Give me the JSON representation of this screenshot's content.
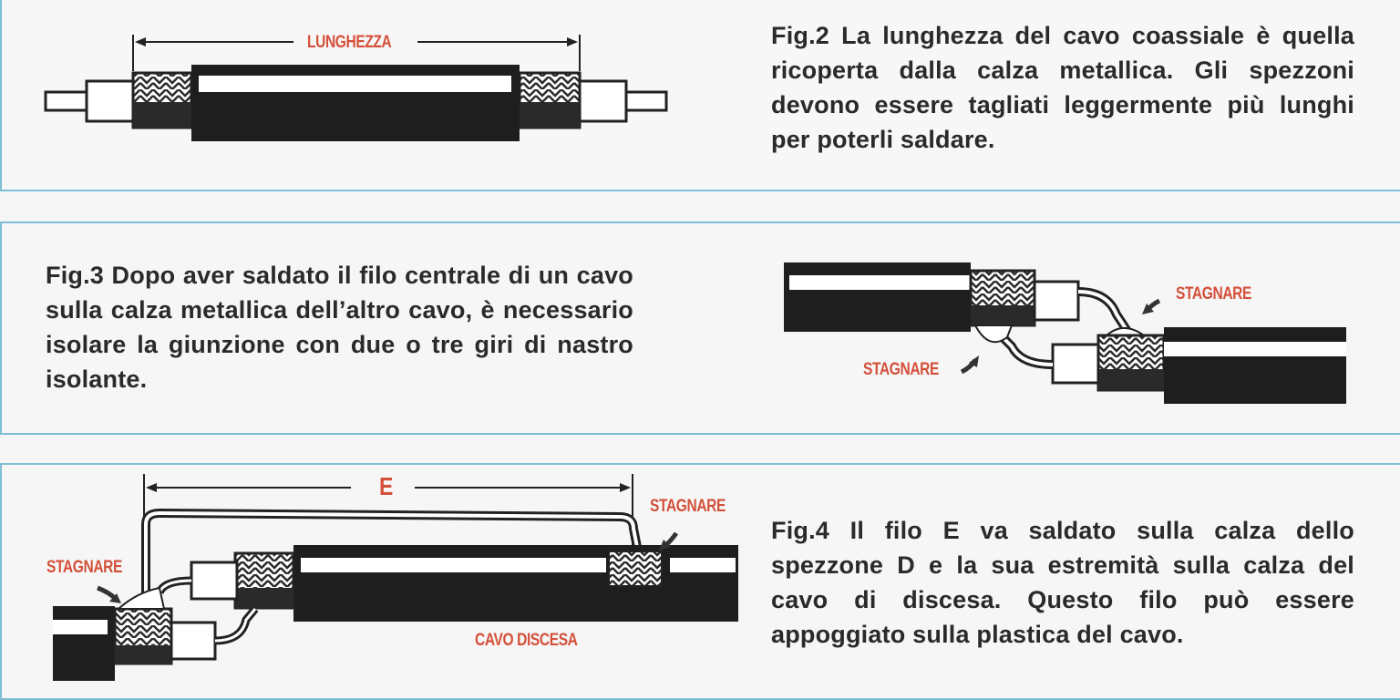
{
  "fig2": {
    "caption": "Fig.2 La lunghezza del cavo coassiale è quella ricoperta dalla calza metallica. Gli spezzoni devono essere tagliati leggermente più lunghi per poterli saldare.",
    "dimension_label": "LUNGHEZZA"
  },
  "fig3": {
    "caption": "Fig.3 Dopo aver saldato il filo centrale di un cavo sulla calza metallica dell’altro cavo, è necessario isolare la giunzione con due o tre giri di nastro isolante.",
    "labels": [
      "STAGNARE",
      "STAGNARE"
    ]
  },
  "fig4": {
    "caption": "Fig.4 Il filo E va saldato sulla calza dello spezzone D e la sua estremità sulla calza del cavo di discesa. Questo filo può essere appoggiato sulla plastica del cavo.",
    "dimension_label": "E",
    "labels": [
      "STAGNARE",
      "STAGNARE"
    ],
    "cable_label": "CAVO DISCESA"
  },
  "colors": {
    "label_red": "#d4503a",
    "border_blue": "#7fbfd6",
    "text_dark": "#2a2a2a",
    "cable_black": "#1e1e1e"
  }
}
